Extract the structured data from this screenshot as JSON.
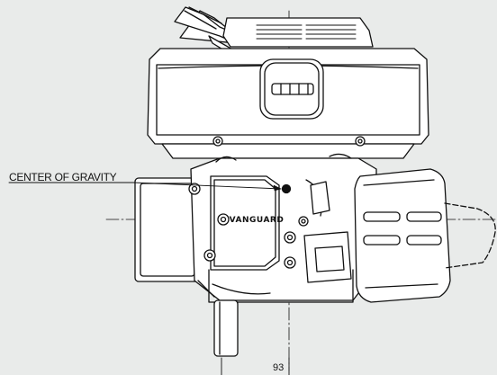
{
  "labels": {
    "center_of_gravity": "CENTER OF GRAVITY",
    "dimension": "93",
    "brand": "VANGUARD"
  },
  "colors": {
    "background": "#e9ebea",
    "ink": "#111111",
    "body_fill": "#ffffff"
  }
}
